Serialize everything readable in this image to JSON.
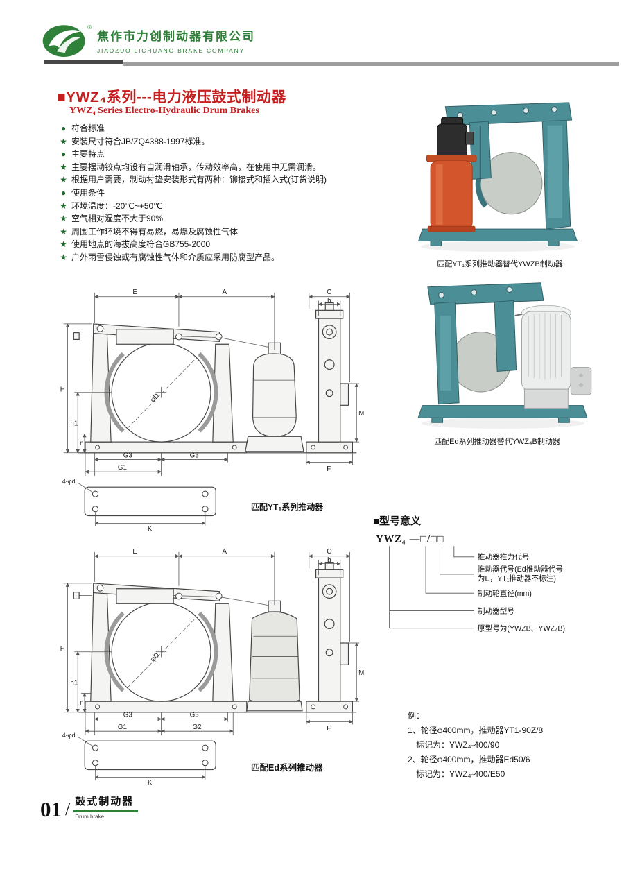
{
  "colors": {
    "brand_green": "#2f8038",
    "title_red": "#c41e1e",
    "frame_teal": "#4c8e96",
    "thruster_orange": "#d3552c"
  },
  "header": {
    "company_cn": "焦作市力创制动器有限公司",
    "company_en": "JIAOZUO LICHUANG BRAKE COMPANY",
    "reg_mark": "®"
  },
  "title": {
    "cn": "■YWZ₄系列---电力液压鼓式制动器",
    "en": "YWZ₄ Series Electro-Hydraulic Drum Brakes"
  },
  "features": [
    {
      "b": "●",
      "t": "符合标准"
    },
    {
      "b": "★",
      "t": "安装尺寸符合JB/ZQ4388-1997标准。"
    },
    {
      "b": "●",
      "t": "主要特点"
    },
    {
      "b": "★",
      "t": "主要摆动铰点均设有自润滑轴承，传动效率高，在使用中无需润滑。"
    },
    {
      "b": "★",
      "t": "根据用户需要，制动衬垫安装形式有两种：铆接式和插入式(订货说明)"
    },
    {
      "b": "●",
      "t": "使用条件"
    },
    {
      "b": "★",
      "t": "环境温度：-20℃~+50℃"
    },
    {
      "b": "★",
      "t": "空气相对湿度不大于90%"
    },
    {
      "b": "★",
      "t": "周围工作环境不得有易燃，易爆及腐蚀性气体"
    },
    {
      "b": "★",
      "t": "使用地点的海拔高度符合GB755-2000"
    },
    {
      "b": "★",
      "t": "户外雨雪侵蚀或有腐蚀性气体和介质应采用防腐型产品。"
    }
  ],
  "photos": {
    "photo1_caption": "匹配YT₁系列推动器替代YWZB制动器",
    "photo2_caption": "匹配Ed系列推动器替代YWZ₄B制动器"
  },
  "drawings": {
    "caption1": "匹配YT₁系列推动器",
    "caption2": "匹配Ed系列推动器",
    "dims": {
      "E": "E",
      "A": "A",
      "C": "C",
      "b": "b",
      "H": "H",
      "h1": "h1",
      "n": "n",
      "M": "M",
      "F": "F",
      "G1": "G1",
      "G2": "G2",
      "G3": "G3",
      "K": "K",
      "phiD": "φD",
      "holes": "4-φd"
    }
  },
  "model_meaning": {
    "title": "■型号意义",
    "model": "YWZ₄",
    "pattern": "—□/□□",
    "labels": {
      "l1": "推动器推力代号",
      "l2a": "推动器代号(Ed推动器代号",
      "l2b": "为E，YT₁推动器不标注)",
      "l3": "制动轮直径(mm)",
      "l4": "制动器型号",
      "l5": "原型号为(YWZB、YWZ₄B)"
    }
  },
  "example": {
    "title": "例：",
    "line1": "1、轮径φ400mm，推动器YT1-90Z/8",
    "line2": "标记为：YWZ₄-400/90",
    "line3": "2、轮径φ400mm，推动器Ed50/6",
    "line4": "标记为：YWZ₄-400/E50"
  },
  "footer": {
    "page_number": "01",
    "slash": "/",
    "label_cn": "鼓式制动器",
    "label_en": "Drum brake"
  }
}
